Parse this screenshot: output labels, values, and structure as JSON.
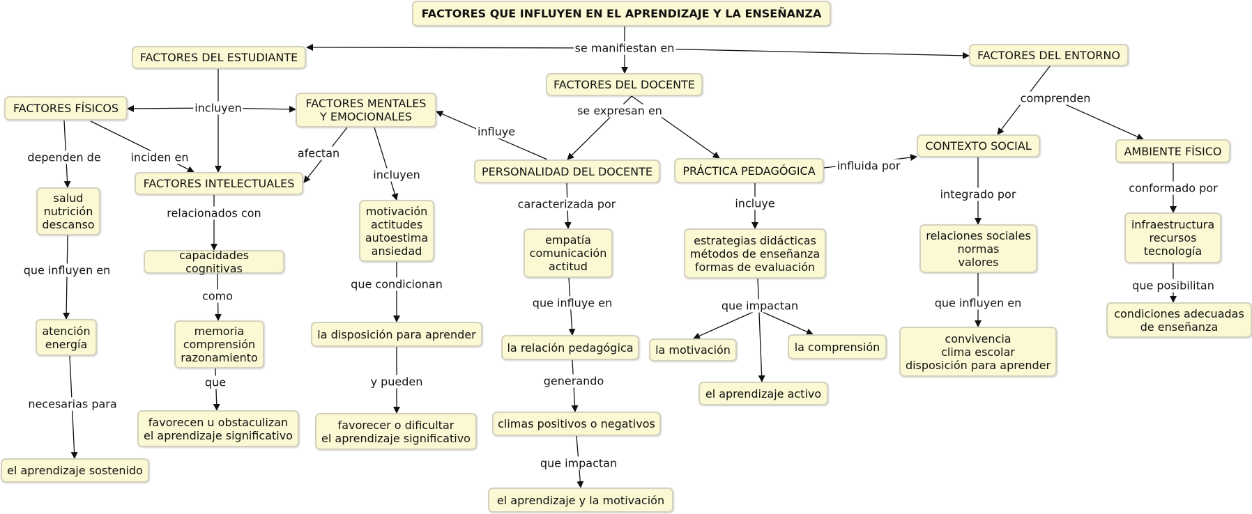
{
  "colors": {
    "node_fill": "#fbf8d4",
    "node_border": "#d3d1bd",
    "line": "#111111"
  },
  "concepts": {
    "root": "FACTORES QUE INFLUYEN EN EL APRENDIZAJE Y LA ENSEÑANZA",
    "estudiante": "FACTORES DEL ESTUDIANTE",
    "docente": "FACTORES DEL DOCENTE",
    "entorno": "FACTORES DEL ENTORNO",
    "fisicos": "FACTORES FÍSICOS",
    "mentales": "FACTORES MENTALES\nY EMOCIONALES",
    "intelectuales": "FACTORES INTELECTUALES",
    "salud": "salud\nnutrición\ndescanso",
    "atencion": "atención\nenergía",
    "aprendizaje_sostenido": "el aprendizaje sostenido",
    "capacidades": "capacidades cognitivas",
    "memoria": "memoria\ncomprensión\nrazonamiento",
    "favorecen_u": "favorecen u obstaculizan\nel aprendizaje significativo",
    "motivacion_actitudes": "motivación\nactitudes\nautoestima\nansiedad",
    "disposicion": "la disposición para aprender",
    "favorecer_o": "favorecer o dificultar\nel aprendizaje significativo",
    "personalidad": "PERSONALIDAD DEL DOCENTE",
    "practica": "PRÁCTICA PEDAGÓGICA",
    "empatia": "empatía\ncomunicación\nactitud",
    "relacion_pedagogica": "la relación pedagógica",
    "climas": "climas positivos o negativos",
    "aprendizaje_motivacion": "el aprendizaje y la motivación",
    "estrategias": "estrategias didácticas\nmétodos de enseñanza\nformas de evaluación",
    "la_motivacion": "la motivación",
    "la_comprension": "la comprensión",
    "aprendizaje_activo": "el aprendizaje activo",
    "contexto_social": "CONTEXTO SOCIAL",
    "ambiente_fisico": "AMBIENTE FÍSICO",
    "relaciones_sociales": "relaciones sociales\nnormas\nvalores",
    "convivencia": "convivencia\nclima escolar\ndisposición para aprender",
    "infraestructura": "infraestructura\nrecursos\ntecnología",
    "condiciones": "condiciones adecuadas\nde enseñanza"
  },
  "linking_phrases": {
    "se_manifiestan": "se manifiestan en",
    "incluyen_est": "incluyen",
    "dependen": "dependen de",
    "inciden": "inciden en",
    "afectan": "afectan",
    "incluyen_ment": "incluyen",
    "influye": "influye",
    "relacionados": "relacionados con",
    "que_influyen_en_fis": "que influyen en",
    "necesarias": "necesarias para",
    "como": "como",
    "que": "que",
    "condicionan": "que condicionan",
    "y_pueden": "y pueden",
    "se_expresan": "se expresan en",
    "caracterizada": "caracterizada por",
    "que_influye_en": "que influye en",
    "generando": "generando",
    "que_impactan_doc": "que impactan",
    "incluye": "incluye",
    "que_impactan_prac": "que impactan",
    "influida": "influida por",
    "comprenden": "comprenden",
    "integrado": "integrado por",
    "que_influyen_en_soc": "que influyen en",
    "conformado": "conformado por",
    "posibilitan": "que posibilitan"
  }
}
